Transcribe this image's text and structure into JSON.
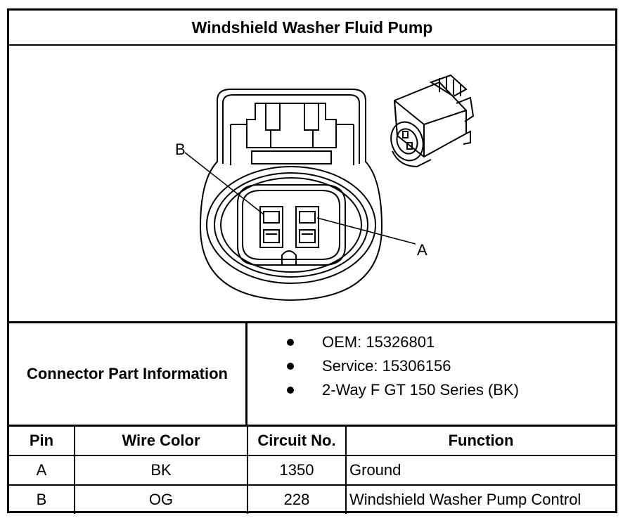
{
  "title": "Windshield Washer Fluid Pump",
  "diagram": {
    "pin_labels": [
      "B",
      "A"
    ]
  },
  "connector_info": {
    "label": "Connector Part Information",
    "items": [
      "OEM: 15326801",
      "Service: 15306156",
      "2-Way F GT 150 Series (BK)"
    ]
  },
  "pin_table": {
    "headers": [
      "Pin",
      "Wire Color",
      "Circuit No.",
      "Function"
    ],
    "rows": [
      [
        "A",
        "BK",
        "1350",
        "Ground"
      ],
      [
        "B",
        "OG",
        "228",
        "Windshield Washer Pump Control"
      ]
    ]
  }
}
